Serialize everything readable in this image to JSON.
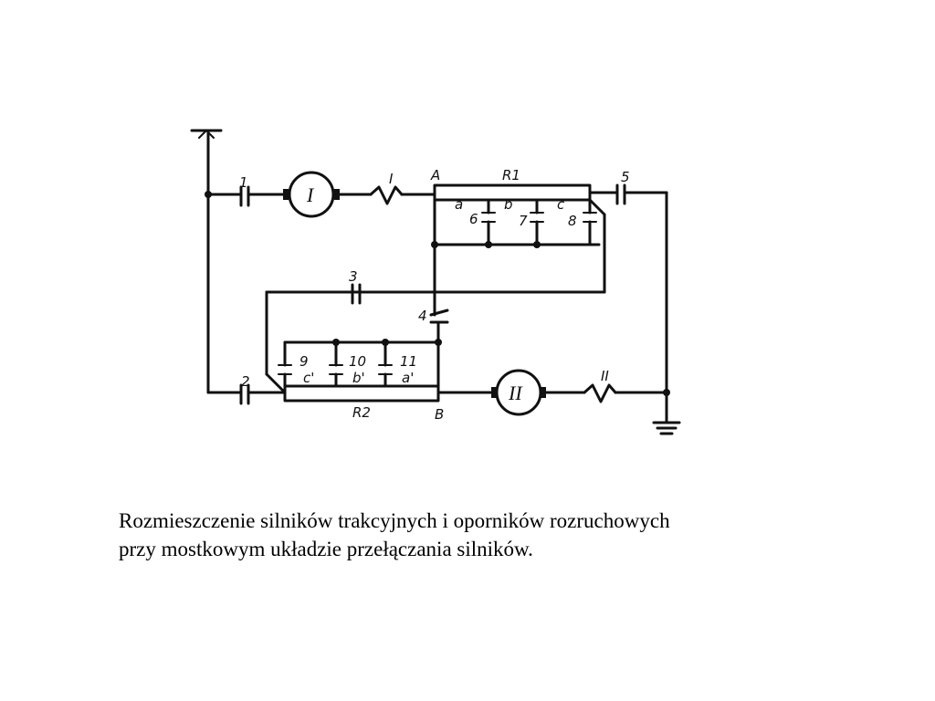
{
  "diagram": {
    "labels": {
      "node_a": "A",
      "node_b": "B",
      "resistor_1": "R1",
      "resistor_2": "R2",
      "motor_1": "I",
      "motor_2": "II",
      "field_1": "I",
      "field_2": "II",
      "contactors": [
        "1",
        "2",
        "3",
        "4",
        "5",
        "6",
        "7",
        "8",
        "9",
        "10",
        "11"
      ],
      "taps_r1": [
        "a",
        "b",
        "c"
      ],
      "taps_r2": [
        "c'",
        "b'",
        "a'"
      ]
    }
  },
  "caption": {
    "line1": "Rozmieszczenie silników trakcyjnych i oporników rozruchowych",
    "line2": "przy mostkowym układzie przełączania silników."
  }
}
